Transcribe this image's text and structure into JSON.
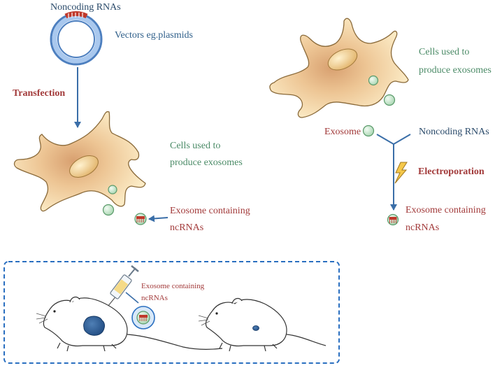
{
  "colors": {
    "label_green": "#4a8a66",
    "label_blue": "#2f5f8a",
    "label_red": "#a23a3a",
    "label_dark_blue": "#2a4a6a",
    "arrow_blue": "#3a6ea8",
    "cell_fill": "#f8e4b6",
    "cell_stroke": "#8a6a3a",
    "exosome_fill": "#cfe8d4",
    "box_dash": "#2a6fc0",
    "bolt_fill": "#f5c84a"
  },
  "left_panel": {
    "noncoding_label": "Noncoding RNAs",
    "vector_label": "Vectors eg.plasmids",
    "transfection_label": "Transfection",
    "cells_label_line1": "Cells used to",
    "cells_label_line2": "produce exosomes",
    "exosome_label_line1": "Exosome containing",
    "exosome_label_line2": "ncRNAs"
  },
  "right_panel": {
    "cells_label_line1": "Cells used to",
    "cells_label_line2": "produce exosomes",
    "exosome_label": "Exosome",
    "noncoding_label": "Noncoding RNAs",
    "electroporation_label": "Electroporation",
    "result_label_line1": "Exosome containing",
    "result_label_line2": "ncRNAs"
  },
  "bottom_panel": {
    "injection_label_line1": "Exosome containing",
    "injection_label_line2": "ncRNAs"
  }
}
